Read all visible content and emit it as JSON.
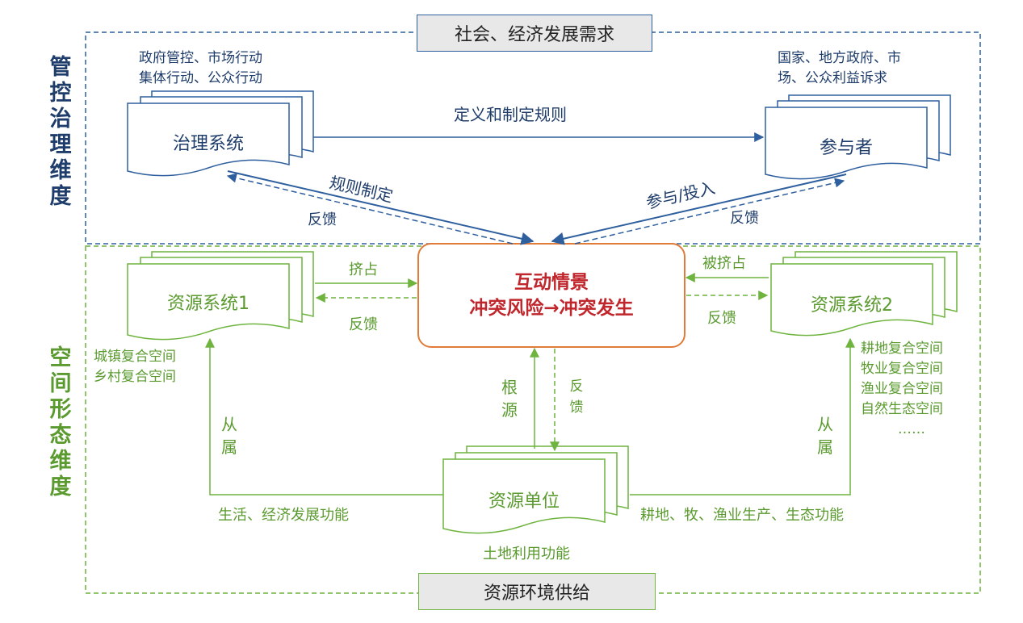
{
  "dimensions": {
    "governance": "管控治理维度",
    "spatial": "空间形态维度"
  },
  "top_header": "社会、经济发展需求",
  "bottom_header": "资源环境供给",
  "nodes": {
    "governance_system": "治理系统",
    "participants": "参与者",
    "interaction": {
      "line1": "互动情景",
      "line2": "冲突风险→冲突发生"
    },
    "resource_system_1": "资源系统1",
    "resource_system_2": "资源系统2",
    "resource_unit": "资源单位"
  },
  "annotations": {
    "gov_actions": [
      "政府管控、市场行动",
      "集体行动、公众行动"
    ],
    "participant_interests": [
      "国家、地方政府、市",
      "场、公众利益诉求"
    ],
    "define_rules": "定义和制定规则",
    "rule_making": "规则制定",
    "feedback": "反馈",
    "participate_invest": "参与/投入",
    "squeeze": "挤占",
    "squeezed": "被挤占",
    "root_source": "根源",
    "subordinate": "从属",
    "rs1_spaces": [
      "城镇复合空间",
      "乡村复合空间"
    ],
    "rs2_spaces": [
      "耕地复合空间",
      "牧业复合空间",
      "渔业复合空间",
      "自然生态空间",
      "……"
    ],
    "life_econ_function": "生活、经济发展功能",
    "agri_eco_function": "耕地、牧、渔业生产、生态功能",
    "land_use_function": "土地利用功能"
  },
  "colors": {
    "governance": "#2e5f9e",
    "spatial": "#6fb43f",
    "interaction_border": "#e07b39",
    "interaction_text": "#c0272d",
    "governance_title": "#1f3d6b",
    "spatial_title": "#5a9a2e"
  }
}
